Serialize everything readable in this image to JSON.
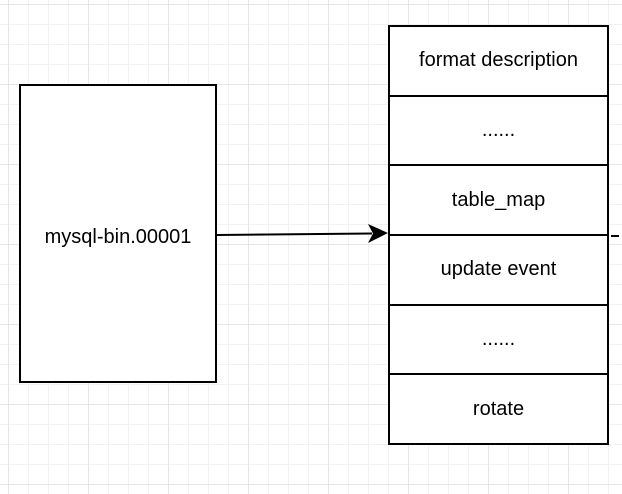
{
  "file": {
    "label": "mysql-bin.00001"
  },
  "events": [
    {
      "label": "format description"
    },
    {
      "label": "......"
    },
    {
      "label": "table_map"
    },
    {
      "label": "update event"
    },
    {
      "label": "......"
    },
    {
      "label": "rotate"
    }
  ]
}
